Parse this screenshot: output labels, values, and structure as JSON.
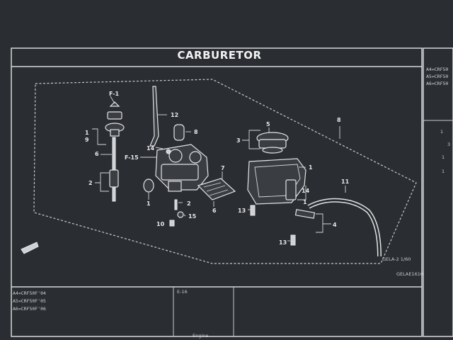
{
  "title": "CARBURETOR",
  "callouts": {
    "p1": "F-1",
    "p15": "F-15",
    "n1a": "1",
    "n9": "9",
    "n1b": "1",
    "n2a": "2",
    "n6": "6",
    "n14a": "14",
    "n12": "12",
    "n8": "8",
    "n3": "3",
    "n5": "5",
    "n1c": "1",
    "n11": "11",
    "n7": "7",
    "n6b": "6",
    "n2b": "2",
    "n15": "15",
    "n10": "10",
    "n13a": "13",
    "n14b": "14",
    "n4": "4",
    "n13b": "13",
    "n1d": "1",
    "n8b": "8"
  },
  "diagram_code": "GELA-2 1/60",
  "figure_code": "GELAE1610",
  "models": [
    "A4=CRF50F'04",
    "A5=CRF50F'05",
    "A6=CRF50F'06"
  ],
  "page_ref": "E-16",
  "page_ref_sub": "Engine",
  "right_panel_lines": [
    "A4=CRF50",
    "A5=CRF50",
    "A6=CRF50"
  ],
  "right_panel_nums": [
    "1",
    "3",
    "1",
    "1"
  ],
  "colors": {
    "background": "#2a2d31",
    "line": "#d6d8db"
  }
}
